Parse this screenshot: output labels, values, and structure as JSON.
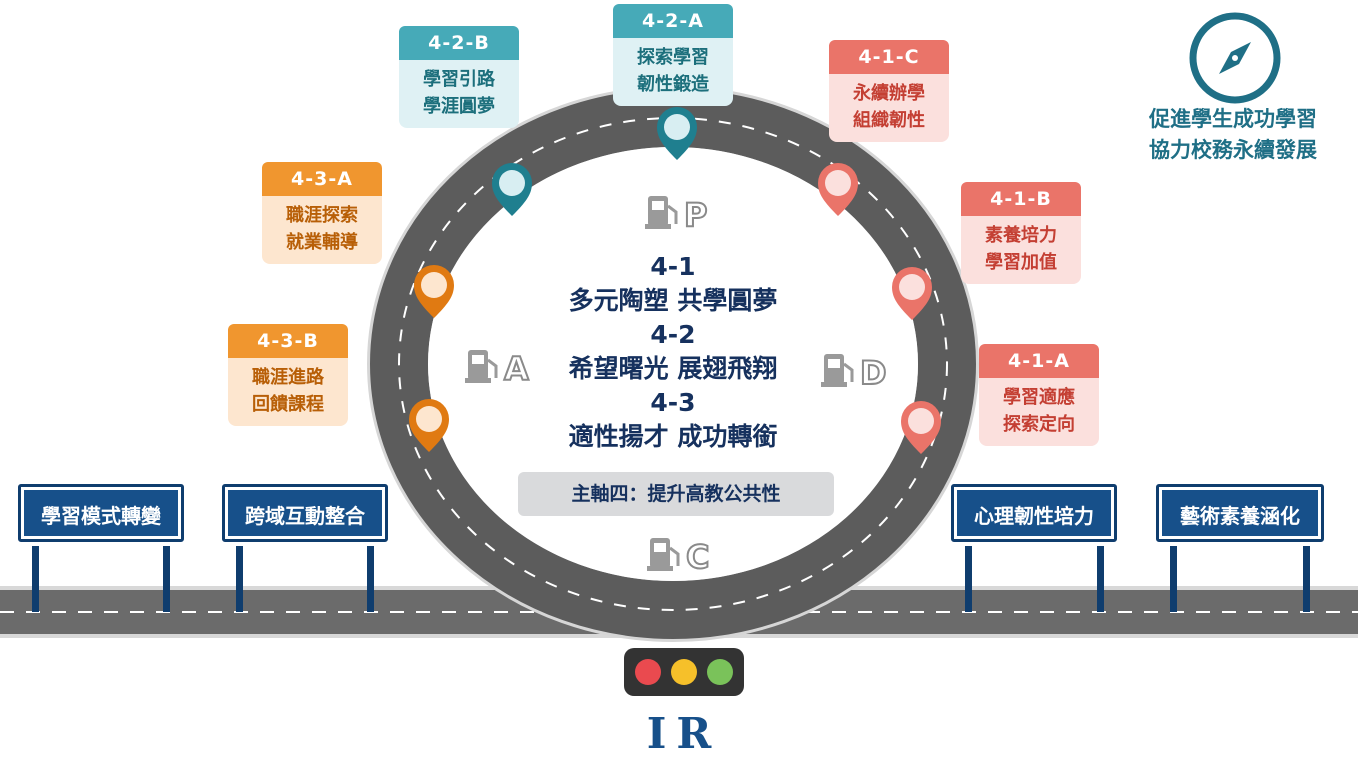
{
  "center": {
    "line1": "4-1",
    "line2": "多元陶塑 共學圓夢",
    "line3": "4-2",
    "line4": "希望曙光 展翅飛翔",
    "line5": "4-3",
    "line6": "適性揚才 成功轉銜",
    "pillar": "主軸四：提升高教公共性"
  },
  "motto": {
    "line1": "促進學生成功學習",
    "line2": "協力校務永續發展"
  },
  "cards": {
    "c42b": {
      "code": "4-2-B",
      "l1": "學習引路",
      "l2": "學涯圓夢"
    },
    "c42a": {
      "code": "4-2-A",
      "l1": "探索學習",
      "l2": "韌性鍛造"
    },
    "c41c": {
      "code": "4-1-C",
      "l1": "永續辦學",
      "l2": "組織韌性"
    },
    "c41b": {
      "code": "4-1-B",
      "l1": "素養培力",
      "l2": "學習加值"
    },
    "c41a": {
      "code": "4-1-A",
      "l1": "學習適應",
      "l2": "探索定向"
    },
    "c43a": {
      "code": "4-3-A",
      "l1": "職涯探索",
      "l2": "就業輔導"
    },
    "c43b": {
      "code": "4-3-B",
      "l1": "職涯進路",
      "l2": "回饋課程"
    }
  },
  "signs": {
    "s1": "學習模式轉變",
    "s2": "跨域互動整合",
    "s3": "心理韌性培力",
    "s4": "藝術素養涵化"
  },
  "stations": {
    "p": "P",
    "a": "A",
    "d": "D",
    "c": "C"
  },
  "ir_label": "IR",
  "colors": {
    "teal": "#46aab8",
    "red": "#ea7469",
    "orange": "#f0962f",
    "navy": "#17508a"
  }
}
